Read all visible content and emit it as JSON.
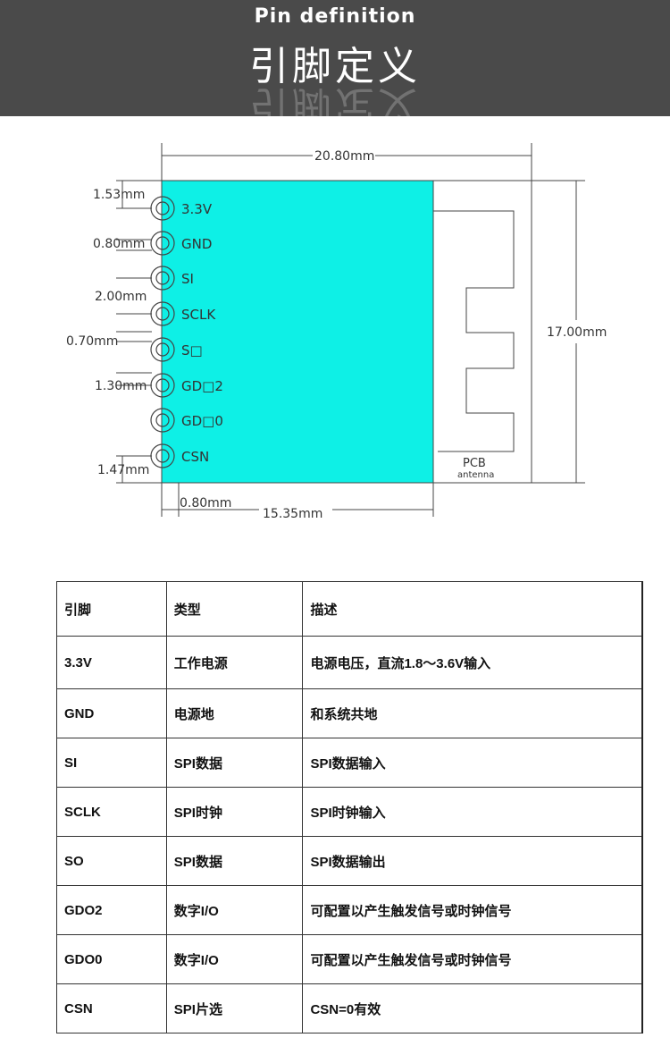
{
  "header": {
    "title_en": "Pin definition",
    "title_zh": "引脚定义"
  },
  "diagram": {
    "dim_width": "20.80mm",
    "dim_height": "17.00mm",
    "dim_pitch_top": "1.53mm",
    "dim_pad": "0.80mm",
    "dim_spacing": "2.00mm",
    "dim_hole": "0.70mm",
    "dim_gdo": "1.30mm",
    "dim_bottom": "1.47mm",
    "dim_offset": "0.80mm",
    "dim_body": "15.35mm",
    "pcb_label": "PCB",
    "antenna_label": "antenna",
    "pins": [
      {
        "label": "3.3V"
      },
      {
        "label": "GND"
      },
      {
        "label": "SI"
      },
      {
        "label": "SCLK"
      },
      {
        "label": "S□"
      },
      {
        "label": "GD□2"
      },
      {
        "label": "GD□0"
      },
      {
        "label": "CSN"
      }
    ],
    "colors": {
      "module_fill": "#0ef0e6",
      "line": "#444444"
    }
  },
  "table": {
    "headers": [
      "引脚",
      "类型",
      "描述"
    ],
    "rows": [
      {
        "pin": "3.3V",
        "type": "工作电源",
        "desc": "电源电压，直流1.8～3.6V输入"
      },
      {
        "pin": "GND",
        "type": "电源地",
        "desc": "和系统共地"
      },
      {
        "pin": "SI",
        "type": "SPI数据",
        "desc": "SPI数据输入"
      },
      {
        "pin": "SCLK",
        "type": "SPI时钟",
        "desc": "SPI时钟输入"
      },
      {
        "pin": "SO",
        "type": "SPI数据",
        "desc": "SPI数据输出"
      },
      {
        "pin": "GDO2",
        "type": "数字I/O",
        "desc": "可配置以产生触发信号或时钟信号"
      },
      {
        "pin": "GDO0",
        "type": "数字I/O",
        "desc": "可配置以产生触发信号或时钟信号"
      },
      {
        "pin": "CSN",
        "type": "SPI片选",
        "desc": "CSN=0有效"
      }
    ]
  }
}
